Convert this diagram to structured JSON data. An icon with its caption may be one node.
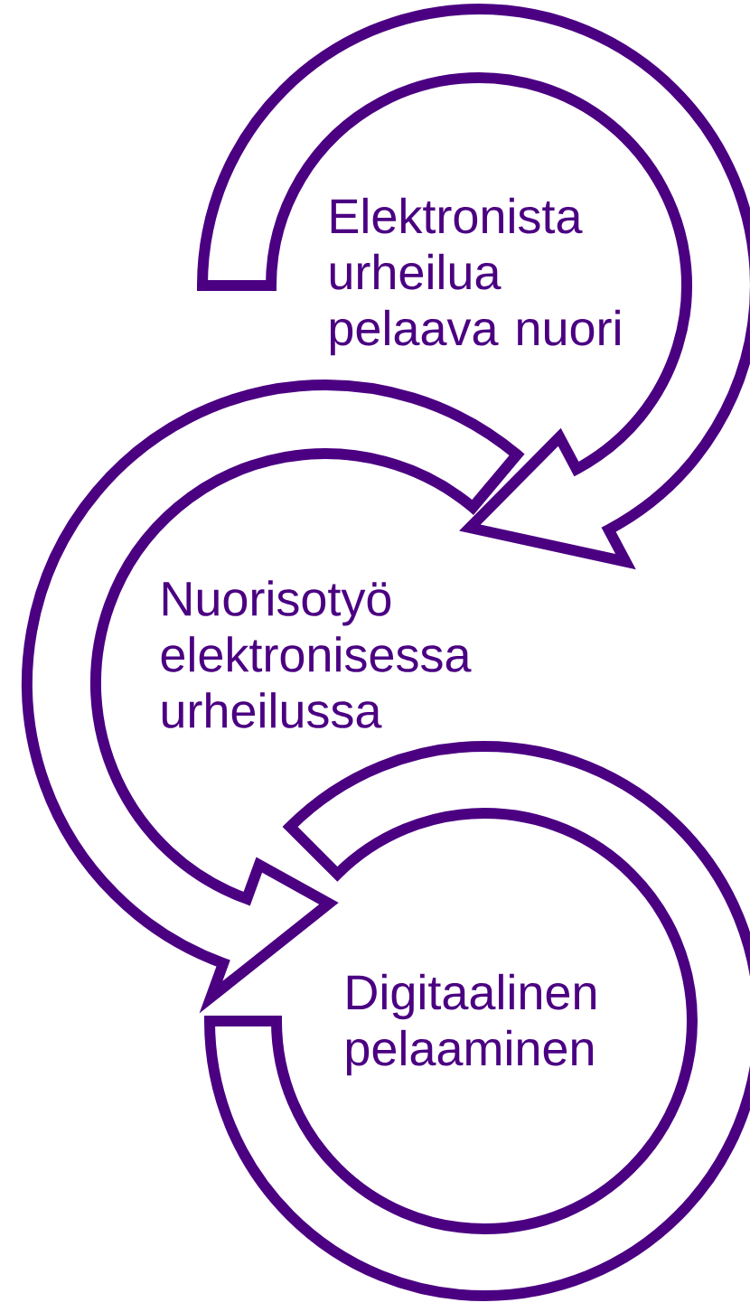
{
  "diagram": {
    "nodes": [
      {
        "text": [
          "Elektronista urheilua pelaava nuori"
        ]
      },
      {
        "text": [
          "Nuorisotyö elektronisessa urheilussa"
        ]
      },
      {
        "text": [
          "Digitaalinen pelaaminen"
        ]
      }
    ],
    "edges": [
      {
        "from": 0,
        "to": 1,
        "arrow": "to"
      },
      {
        "from": 1,
        "to": 2,
        "arrow": "to"
      }
    ]
  }
}
